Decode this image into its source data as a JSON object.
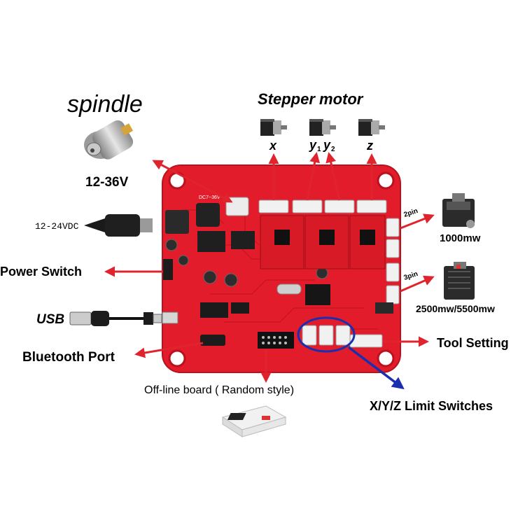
{
  "labels": {
    "spindle": "spindle",
    "spindle_voltage": "12-36V",
    "stepper_motor": "Stepper motor",
    "axis_x": "x",
    "axis_y1": "y",
    "axis_y1_sub": "1",
    "axis_y2": "y",
    "axis_y2_sub": "2",
    "axis_z": "z",
    "power_input": "12-24VDC",
    "power_switch": "Power Switch",
    "usb": "USB",
    "bluetooth_port": "Bluetooth Port",
    "offline_board": "Off-line board ( Random style)",
    "limit_switches": "X/Y/Z Limit Switches",
    "tool_setting": "Tool Setting",
    "laser_low_pins": "2pin",
    "laser_low_power": "1000mw",
    "laser_high_pins": "3pin",
    "laser_high_power": "2500mw/5500mw",
    "board_marking": "DC7~36V"
  },
  "colors": {
    "board": "#e21c2a",
    "board_dark": "#b9121e",
    "arrow": "#e0242e",
    "highlight": "#1a2fb0",
    "driver_module": "#d81a26",
    "heatsink": "#2a2a2a"
  },
  "icons": [
    "spindle-motor-icon",
    "stepper-motor-icon",
    "dc-power-plug-icon",
    "usb-cable-icon",
    "laser-module-icon",
    "offline-controller-icon"
  ]
}
